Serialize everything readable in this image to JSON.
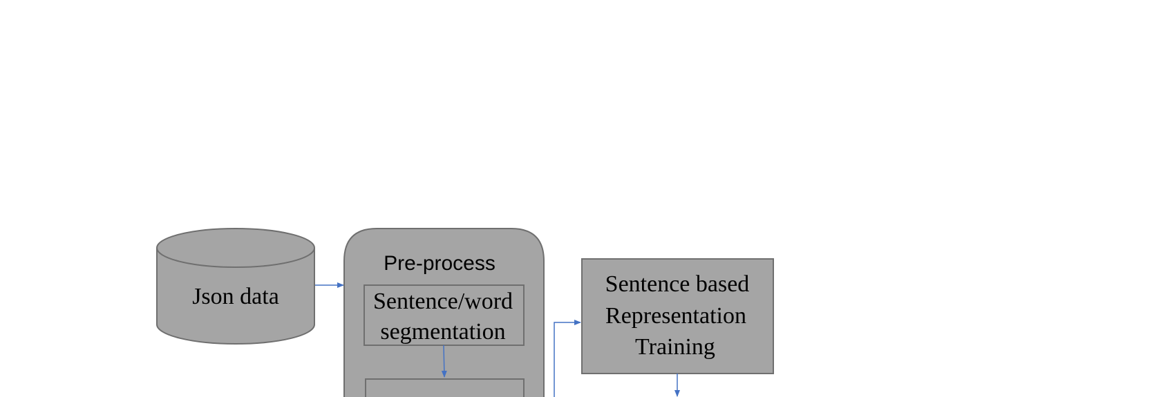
{
  "colors": {
    "shape_fill": "#a5a5a5",
    "shape_stroke": "#6f6f6f",
    "arrow": "#4472c4",
    "text": "#000000",
    "background": "#ffffff"
  },
  "nodes": {
    "json_data": {
      "label": "Json data"
    },
    "preprocess": {
      "title": "Pre-process",
      "segmentation": {
        "line1": "Sentence/word",
        "line2": "segmentation"
      }
    },
    "sentence_repr": {
      "line1": "Sentence based",
      "line2": "Representation",
      "line3": "Training"
    }
  }
}
